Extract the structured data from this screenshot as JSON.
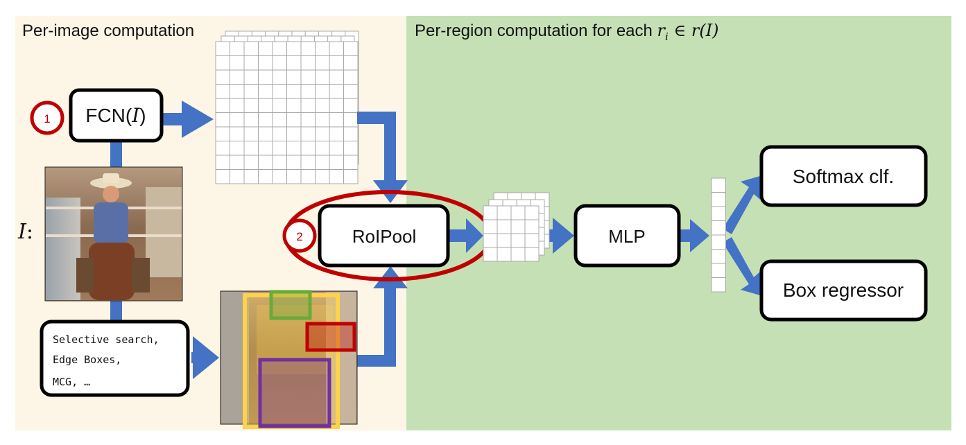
{
  "left_panel": {
    "title": "Per-image computation"
  },
  "right_panel": {
    "title_prefix": "Per-region computation for each ",
    "title_math": "r",
    "title_math_sub": "i",
    "title_math_rest": " ∈ r(I)"
  },
  "fcn": {
    "label": "FCN(",
    "arg": "I",
    "close": ")"
  },
  "image_label": {
    "var": "I",
    "colon": ":"
  },
  "proposals": {
    "lines": [
      "Selective search,",
      "Edge Boxes,",
      "MCG, …"
    ]
  },
  "roipool": {
    "label": "RoIPool"
  },
  "mlp": {
    "label": "MLP"
  },
  "softmax": {
    "label": "Softmax clf."
  },
  "box_regressor": {
    "label": "Box regressor"
  },
  "markers": {
    "one": "1",
    "two": "2"
  },
  "colors": {
    "left_bg": "#fdf6e7",
    "right_bg": "#c5e0b5",
    "arrow": "#4472c4",
    "marker": "#c00000",
    "grid_line": "#a8a8a8",
    "roi_green": "#6aaa3a",
    "roi_red": "#c00000",
    "roi_purple": "#7030a0",
    "roi_yellow": "#ffd24a"
  }
}
